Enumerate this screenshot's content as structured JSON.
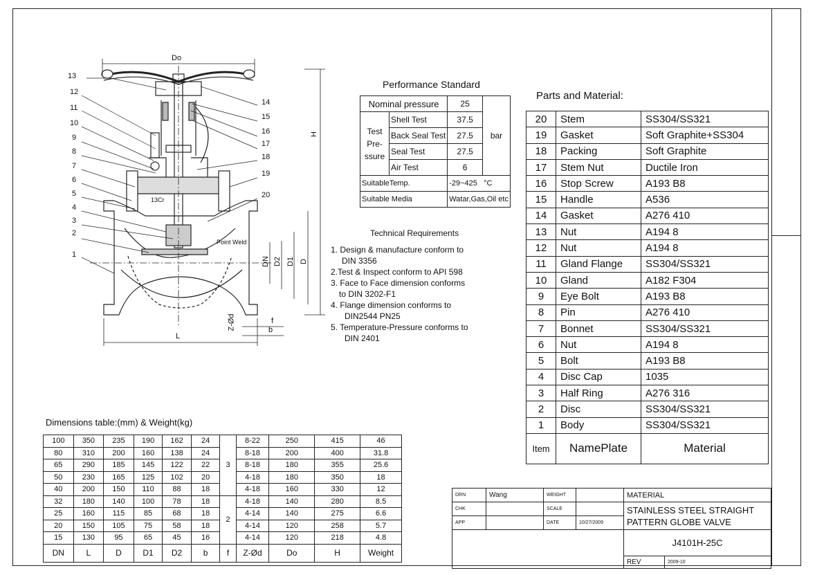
{
  "drawing_dims": {
    "Do": "Do",
    "H": "H",
    "L": "L",
    "DN": "DN",
    "D2": "D2",
    "D1": "D1",
    "D": "D",
    "Zd": "Z-Ød",
    "f": "f",
    "b": "b",
    "material_note": "13Cr",
    "weld_note": "Point Weld"
  },
  "callouts": [
    "13",
    "12",
    "11",
    "10",
    "9",
    "8",
    "7",
    "6",
    "5",
    "4",
    "3",
    "2",
    "1",
    "14",
    "15",
    "16",
    "17",
    "18",
    "19",
    "20"
  ],
  "performance": {
    "title": "Performance Standard",
    "nominal_label": "Nominal pressure",
    "nominal_value": "25",
    "test_label": "Test Pre- ssure",
    "rows": [
      {
        "name": "Shell Test",
        "value": "37.5"
      },
      {
        "name": "Back Seal Test",
        "value": "27.5"
      },
      {
        "name": "Seal Test",
        "value": "27.5"
      },
      {
        "name": "Air Test",
        "value": "6"
      }
    ],
    "unit": "bar",
    "temp_label": "SuitableTemp.",
    "temp_value": "-29~425",
    "temp_unit": "°C",
    "media_label": "Suitable Media",
    "media_value": "Watar,Gas,Oil etc"
  },
  "technical": {
    "title": "Technical Requirements",
    "lines": [
      "1. Design & manufacture conform to",
      "DIN 3356",
      "2.Test & Inspect conform to API 598",
      "3. Face to Face dimension conforms",
      "to DIN 3202-F1",
      "4. Flange dimension conforms to",
      "DIN2544 PN25",
      "5. Temperature-Pressure conforms to",
      "DIN 2401"
    ]
  },
  "parts": {
    "title": "Parts and Material:",
    "rows": [
      {
        "no": "20",
        "name": "Stem",
        "mat": "SS304/SS321"
      },
      {
        "no": "19",
        "name": "Gasket",
        "mat": "Soft Graphite+SS304"
      },
      {
        "no": "18",
        "name": "Packing",
        "mat": "Soft Graphite"
      },
      {
        "no": "17",
        "name": "Stem Nut",
        "mat": "Ductile Iron"
      },
      {
        "no": "16",
        "name": "Stop Screw",
        "mat": "A193 B8"
      },
      {
        "no": "15",
        "name": "Handle",
        "mat": "A536"
      },
      {
        "no": "14",
        "name": "Gasket",
        "mat": "A276 410"
      },
      {
        "no": "13",
        "name": "Nut",
        "mat": "A194 8"
      },
      {
        "no": "12",
        "name": "Nut",
        "mat": "A194 8"
      },
      {
        "no": "11",
        "name": "Gland Flange",
        "mat": "SS304/SS321"
      },
      {
        "no": "10",
        "name": "Gland",
        "mat": "A182 F304"
      },
      {
        "no": "9",
        "name": "Eye Bolt",
        "mat": "A193 B8"
      },
      {
        "no": "8",
        "name": "Pin",
        "mat": "A276 410"
      },
      {
        "no": "7",
        "name": "Bonnet",
        "mat": "SS304/SS321"
      },
      {
        "no": "6",
        "name": "Nut",
        "mat": "A194 8"
      },
      {
        "no": "5",
        "name": "Bolt",
        "mat": "A193 B8"
      },
      {
        "no": "4",
        "name": "Disc Cap",
        "mat": "1035"
      },
      {
        "no": "3",
        "name": "Half Ring",
        "mat": "A276 316"
      },
      {
        "no": "2",
        "name": "Disc",
        "mat": "SS304/SS321"
      },
      {
        "no": "1",
        "name": "Body",
        "mat": "SS304/SS321"
      }
    ],
    "footer": {
      "no": "Item",
      "name": "NamePlate",
      "mat": "Material"
    }
  },
  "dimensions": {
    "title": "Dimensions table:(mm) & Weight(kg)",
    "rows": [
      [
        "100",
        "350",
        "235",
        "190",
        "162",
        "24",
        "8-22",
        "250",
        "415",
        "46"
      ],
      [
        "80",
        "310",
        "200",
        "160",
        "138",
        "24",
        "8-18",
        "200",
        "400",
        "31.8"
      ],
      [
        "65",
        "290",
        "185",
        "145",
        "122",
        "22",
        "8-18",
        "180",
        "355",
        "25.6"
      ],
      [
        "50",
        "230",
        "165",
        "125",
        "102",
        "20",
        "4-18",
        "180",
        "350",
        "18"
      ],
      [
        "40",
        "200",
        "150",
        "110",
        "88",
        "18",
        "4-18",
        "160",
        "330",
        "12"
      ],
      [
        "32",
        "180",
        "140",
        "100",
        "78",
        "18",
        "4-18",
        "140",
        "280",
        "8.5"
      ],
      [
        "25",
        "160",
        "115",
        "85",
        "68",
        "18",
        "4-14",
        "140",
        "275",
        "6.6"
      ],
      [
        "20",
        "150",
        "105",
        "75",
        "58",
        "18",
        "4-14",
        "120",
        "258",
        "5.7"
      ],
      [
        "15",
        "130",
        "95",
        "65",
        "45",
        "16",
        "4-14",
        "120",
        "218",
        "4.8"
      ]
    ],
    "f_groups": [
      "3",
      "2"
    ],
    "headers": [
      "DN",
      "L",
      "D",
      "D1",
      "D2",
      "b",
      "f",
      "Z-Ød",
      "Do",
      "H",
      "Weight"
    ]
  },
  "titleblock": {
    "drn": "DRN",
    "drn_val": "Wang",
    "weight": "WEIGHT",
    "chk": "CHK",
    "scale": "SCALE",
    "app": "APP",
    "date": "DATE",
    "date_val": "10/27/2009",
    "material": "MATERIAL",
    "title1": "STAINLESS STEEL STRAIGHT",
    "title2": "PATTERN  GLOBE VALVE",
    "model": "J4101H-25C",
    "rev": "REV",
    "rev_val": "2009-10"
  }
}
